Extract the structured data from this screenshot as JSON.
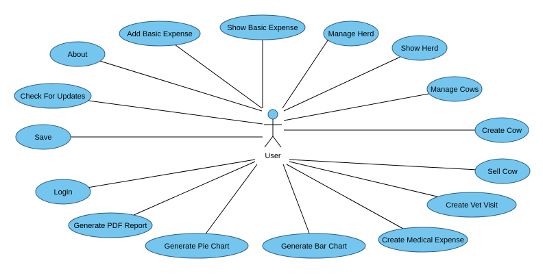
{
  "colors": {
    "use_case_fill": "#74c6ee",
    "use_case_border": "#2d5b86",
    "line": "#000000",
    "background": "#ffffff"
  },
  "actor": {
    "label": "User"
  },
  "use_cases": [
    {
      "label": "Add Basic Expense"
    },
    {
      "label": "Show Basic Expense"
    },
    {
      "label": "Manage Herd"
    },
    {
      "label": "Show Herd"
    },
    {
      "label": "About"
    },
    {
      "label": "Manage Cows"
    },
    {
      "label": "Check For Updates"
    },
    {
      "label": "Create Cow"
    },
    {
      "label": "Save"
    },
    {
      "label": "Sell Cow"
    },
    {
      "label": "Login"
    },
    {
      "label": "Create Vet Visit"
    },
    {
      "label": "Generate PDF Report"
    },
    {
      "label": "Generate Pie Chart"
    },
    {
      "label": "Generate Bar Chart"
    },
    {
      "label": "Create Medical Expense"
    }
  ]
}
